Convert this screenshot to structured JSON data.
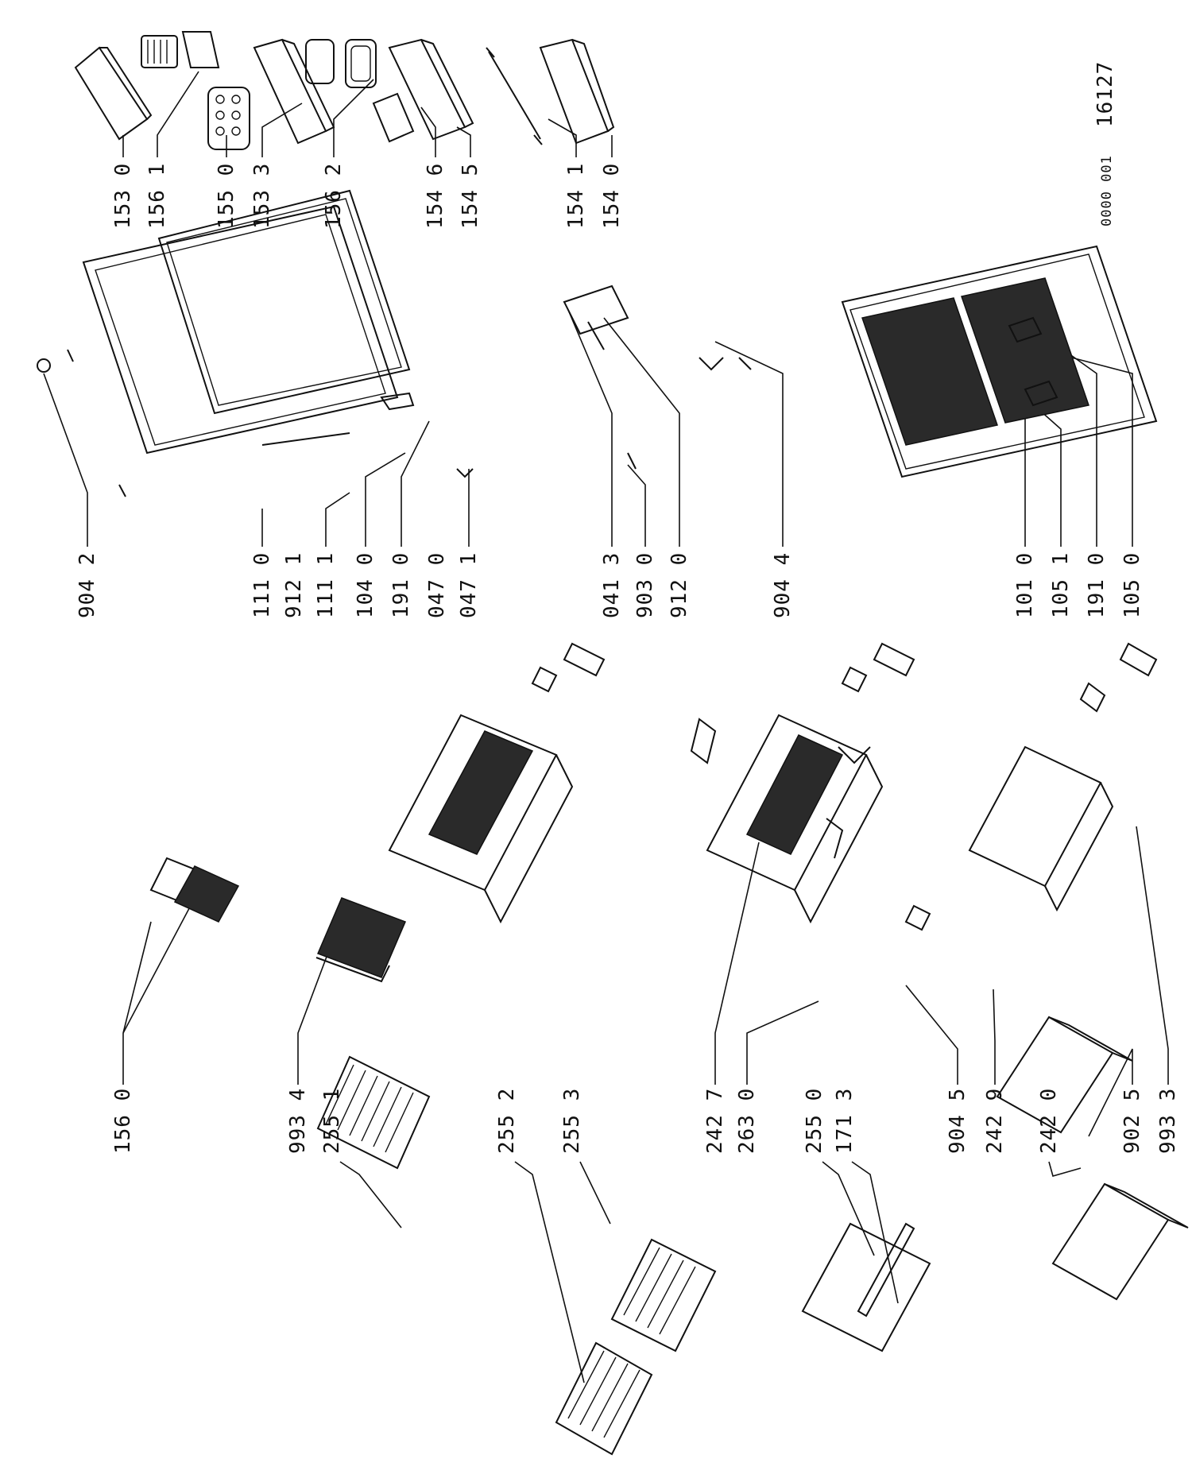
{
  "callouts": {
    "c1560": "156 0",
    "c9934": "993 4",
    "c2551": "255 1",
    "c2552": "255 2",
    "c2553": "255 3",
    "c2427": "242 7",
    "c2630": "263 0",
    "c2550": "255 0",
    "c1713": "171 3",
    "c9045": "904 5",
    "c2429": "242 9",
    "c2420": "242 0",
    "c9025": "902 5",
    "c9933": "993 3",
    "c9042": "904 2",
    "c1110": "111 0",
    "c9121": "912 1",
    "c1111": "111 1",
    "c1040": "104 0",
    "c1910a": "191 0",
    "c0470": "047 0",
    "c0471": "047 1",
    "c0413": "041 3",
    "c9030": "903 0",
    "c9120": "912 0",
    "c9044": "904 4",
    "c1010": "101 0",
    "c1051": "105 1",
    "c1910b": "191 0",
    "c1050": "105 0",
    "c1530": "153 0",
    "c1561": "156 1",
    "c1550": "155 0",
    "c1533": "153 3",
    "c1562": "156 2",
    "c1546": "154 6",
    "c1545": "154 5",
    "c1541": "154 1",
    "c1540": "154 0"
  },
  "document": {
    "code": "0000 001",
    "number": "16127"
  }
}
